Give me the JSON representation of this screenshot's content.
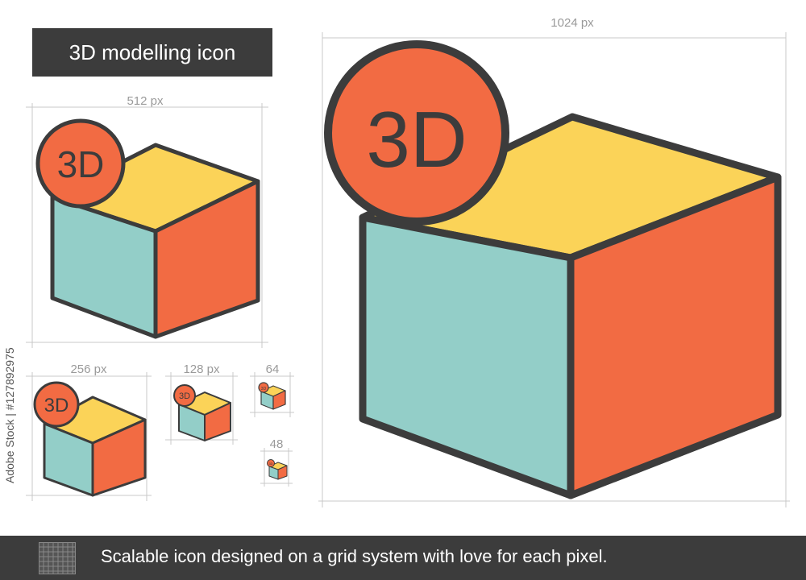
{
  "header": {
    "title": "3D modelling icon"
  },
  "sizes": {
    "s1024": "1024 px",
    "s512": "512 px",
    "s256": "256 px",
    "s128": "128 px",
    "s64": "64",
    "s48": "48"
  },
  "badge_text": "3D",
  "stock_id": "Adobe Stock | #127892975",
  "footer": {
    "text": "Scalable icon designed on a grid system with love for each pixel."
  },
  "colors": {
    "top": "#fbd358",
    "left": "#93cec8",
    "right": "#f26b43",
    "badge": "#f26b43",
    "outline": "#3c3c3c",
    "guide": "#c8c8c8",
    "footer_bg": "#3c3c3c"
  },
  "icon_name": "3d-cube-icon"
}
